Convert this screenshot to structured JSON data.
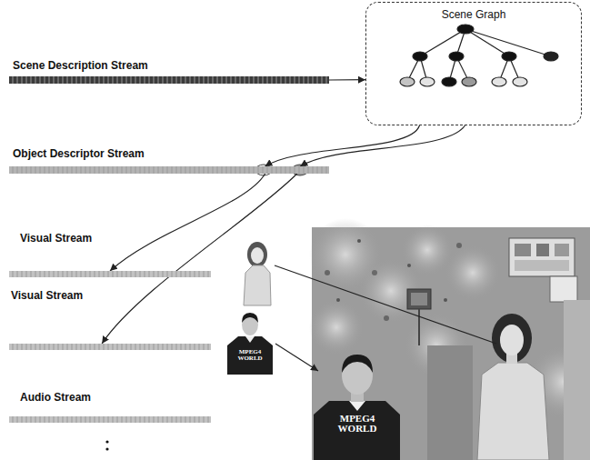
{
  "diagram": {
    "nodes": [
      {
        "text": [
          "Scene Description Stream"
        ]
      },
      {
        "text": [
          "Scene Graph"
        ]
      },
      {
        "text": [
          "Object Descriptor Stream"
        ]
      },
      {
        "text": [
          "Visual Stream"
        ]
      },
      {
        "text": [
          "Visual Stream"
        ]
      },
      {
        "text": [
          "Audio Stream"
        ]
      }
    ],
    "edges": [
      {
        "from": 0,
        "to": 1,
        "arrow": "to"
      },
      {
        "from": 1,
        "to": 2,
        "arrow": "to"
      },
      {
        "from": 1,
        "to": 2,
        "arrow": "to"
      },
      {
        "from": 2,
        "to": 3,
        "arrow": "to"
      },
      {
        "from": 2,
        "to": 4,
        "arrow": "to"
      }
    ],
    "labels": [
      "MPEG4 WORLD",
      "MPEG4 WORLD"
    ]
  }
}
